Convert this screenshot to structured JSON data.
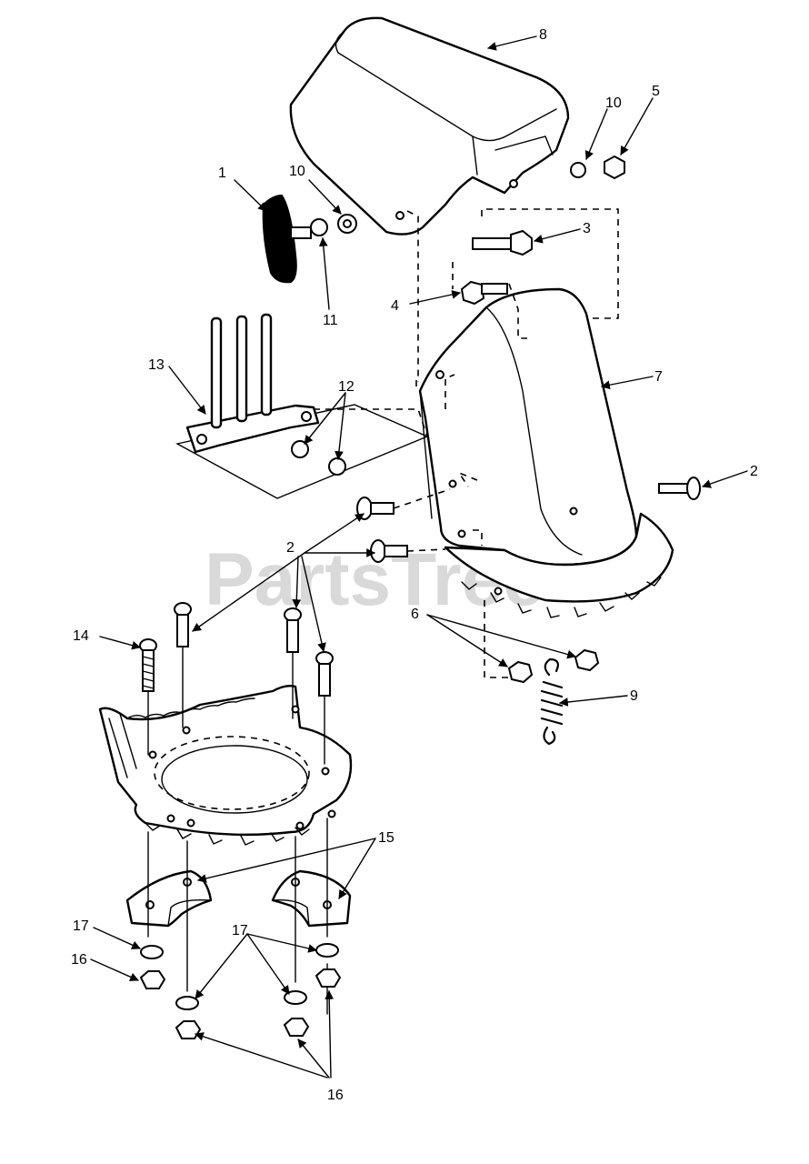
{
  "watermark": {
    "text": "PartsTree",
    "mark": "™"
  },
  "callouts": {
    "c1": "1",
    "c2a": "2",
    "c2b": "2",
    "c3": "3",
    "c4": "4",
    "c5": "5",
    "c6": "6",
    "c7": "7",
    "c8": "8",
    "c9": "9",
    "c10a": "10",
    "c10b": "10",
    "c11": "11",
    "c12": "12",
    "c13": "13",
    "c14": "14",
    "c15": "15",
    "c16a": "16",
    "c16b": "16",
    "c17a": "17",
    "c17b": "17"
  }
}
